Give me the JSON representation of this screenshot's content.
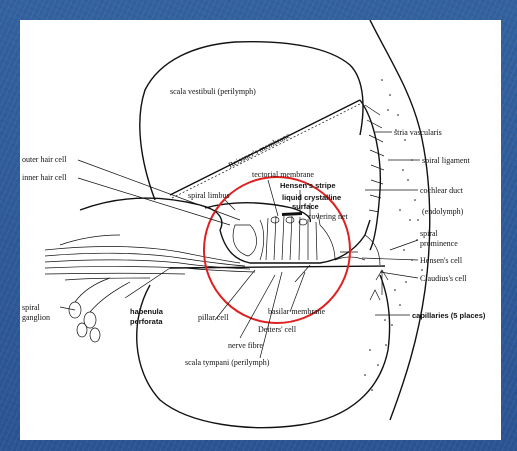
{
  "labels": {
    "scala_vestibuli": "scala vestibuli (perilymph)",
    "reissners_membrane": "Reissner's membrane",
    "stria_vascularis": "stria vascularis",
    "spiral_ligament": "spiral ligament",
    "outer_hair_cell": "outer hair cell",
    "inner_hair_cell": "inner hair cell",
    "tectorial_membrane": "tectorial membrane",
    "hensens_stripe": "Hensen's stripe",
    "liquid_crystalline_1": "liquid crystalline",
    "liquid_crystalline_2": "surface",
    "covering_net": "covering net",
    "spiral_limbus": "spiral limbus",
    "cochlear_duct": "cochlear duct",
    "endolymph": "(endolymph)",
    "spiral_prominence_1": "spiral",
    "spiral_prominence_2": "prominence",
    "hensens_cell": "Hensen's cell",
    "claudius_cell": "Claudius's cell",
    "spiral_ganglion_1": "spiral",
    "spiral_ganglion_2": "ganglion",
    "pillar_cell": "pillar cell",
    "habenula_1": "habenula",
    "habenula_2": "perforata",
    "basilar_membrane": "basilar membrane",
    "deiters_cell": "Deiters' cell",
    "nerve_fibre": "nerve fibre",
    "capillaries": "capillaries (5 places)",
    "scala_tympani": "scala tympani (perilymph)"
  },
  "colors": {
    "background": "#2f5a9a",
    "figure_bg": "#ffffff",
    "line": "#111111",
    "highlight_circle": "#e02020"
  }
}
